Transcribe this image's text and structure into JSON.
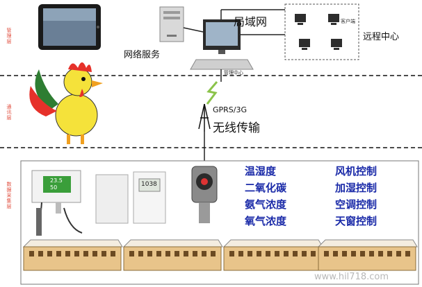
{
  "layers": {
    "management": "管理层",
    "communication": "通讯层",
    "collection": "数据采集层"
  },
  "network": {
    "lan": "局域网",
    "remote_center": "远程中心",
    "client": "客户端",
    "network_service": "网络服务",
    "management_center": "管理中心"
  },
  "wireless": {
    "protocol": "GPRS/3G",
    "transmission": "无线传输"
  },
  "sensors": {
    "lcd_reading_top": "23.5",
    "lcd_reading_bottom": "50",
    "panel_reading": "1038",
    "items": [
      "温湿度",
      "二氧化碳",
      "氨气浓度",
      "氧气浓度"
    ]
  },
  "controls": {
    "items": [
      "风机控制",
      "加湿控制",
      "空调控制",
      "天窗控制"
    ]
  },
  "watermark": "www.hil718.com",
  "colors": {
    "layer_label": "#e04a3a",
    "control_text": "#1a2aa8",
    "dashed_line": "#4a4a4a",
    "barn_wall": "#e8c48a",
    "barn_roof": "#f4ede0"
  }
}
